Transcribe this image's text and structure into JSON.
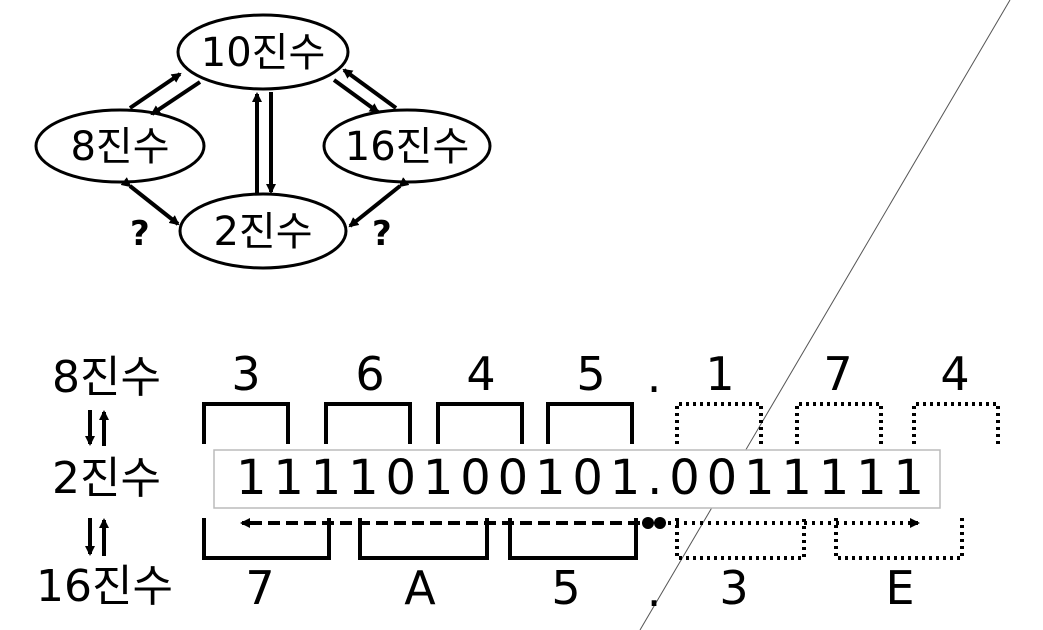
{
  "nodes": {
    "decimal": "10진수",
    "octal": "8진수",
    "hex": "16진수",
    "binary": "2진수"
  },
  "question_marks": [
    "?",
    "?"
  ],
  "rows": {
    "octal_label": "8진수",
    "binary_label": "2진수",
    "hex_label": "16진수"
  },
  "octal_digits": [
    "3",
    "6",
    "4",
    "5",
    ".",
    "1",
    "7",
    "4"
  ],
  "binary_value": "1111010010 1.0011111",
  "binary_display": "1 1 1 1 0 1 0 0 1 0 1 . 0 0 1 1 1 1 1",
  "hex_digits": [
    "7",
    "A",
    "5",
    ".",
    "3",
    "E"
  ],
  "colors": {
    "ink": "#000000",
    "box_border": "#bbbbbb",
    "diagonal": "#555555"
  }
}
